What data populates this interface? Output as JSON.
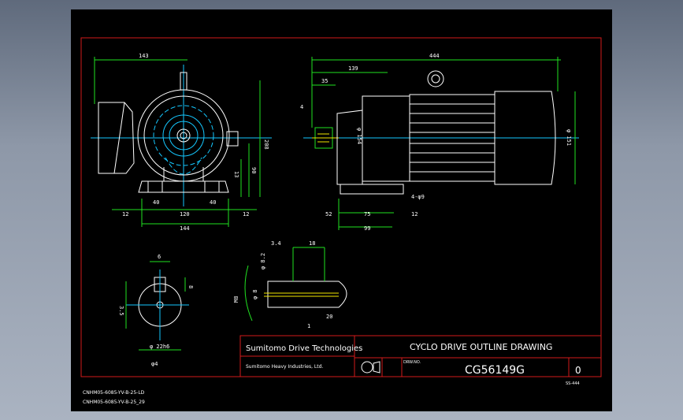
{
  "titleblock": {
    "company_main": "Sumitomo Drive Technologies",
    "company_sub": "Sumitomo Heavy Industries, Ltd.",
    "drawing_title": "CYCLO DRIVE OUTLINE DRAWING",
    "drawing_number": "CG56149G",
    "revision": "0",
    "drw_no_label": "DRW.NO.",
    "sheet_code": "SS-444"
  },
  "model_codes": [
    "CNHM05-6085-YV-B-25-LD",
    "CNHM05-6085-YV-B-25_29"
  ],
  "dims": {
    "front_top": "143",
    "front_height": "208",
    "front_right_1": "13",
    "front_right_2": "90",
    "front_bottom_1": "12",
    "front_bottom_2": "40",
    "front_bottom_3": "120",
    "front_bottom_4": "40",
    "front_bottom_5": "12",
    "front_bottom_total": "144",
    "side_total": "444",
    "side_139": "139",
    "side_35": "35",
    "side_dia_shaft": "φ 154",
    "side_dia_motor": "φ 151",
    "side_bottom_1": "52",
    "side_bottom_2": "75",
    "side_bottom_total": "99",
    "side_bottom_right": "12",
    "side_hole": "4-φ9",
    "side_ref": "4",
    "key_width": "6",
    "key_depth": "8",
    "key_left": "3.5",
    "key_dia": "φ 22h6",
    "key_label": "φ4",
    "detail_34": "3.4",
    "detail_18": "18",
    "detail_dia": "φ 8.2",
    "detail_left": "φ 8",
    "detail_label_1": "M8",
    "detail_label_2": "20",
    "detail_label_3": "1"
  },
  "colors": {
    "white": "#ffffff",
    "green": "#21e221",
    "cyan": "#15c8ff",
    "red": "#d21a1a",
    "yellow": "#f2e600"
  }
}
